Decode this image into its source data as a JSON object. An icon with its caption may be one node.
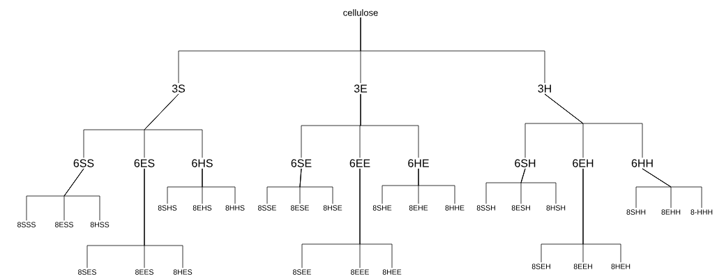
{
  "diagram": {
    "nodes": [
      {
        "text": [
          "cellulose"
        ]
      },
      {
        "text": [
          "3S"
        ]
      },
      {
        "text": [
          "6SS"
        ]
      },
      {
        "text": [
          "8SSS"
        ]
      },
      {
        "text": [
          "8ESS"
        ]
      },
      {
        "text": [
          "8HSS"
        ]
      },
      {
        "text": [
          "6ES"
        ]
      },
      {
        "text": [
          "8SES"
        ]
      },
      {
        "text": [
          "8EES"
        ]
      },
      {
        "text": [
          "8HES"
        ]
      },
      {
        "text": [
          "6HS"
        ]
      },
      {
        "text": [
          "8SHS"
        ]
      },
      {
        "text": [
          "8EHS"
        ]
      },
      {
        "text": [
          "8HHS"
        ]
      },
      {
        "text": [
          "3E"
        ]
      },
      {
        "text": [
          "6SE"
        ]
      },
      {
        "text": [
          "8SSE"
        ]
      },
      {
        "text": [
          "8ESE"
        ]
      },
      {
        "text": [
          "8HSE"
        ]
      },
      {
        "text": [
          "6EE"
        ]
      },
      {
        "text": [
          "8SEE"
        ]
      },
      {
        "text": [
          "8EEE"
        ]
      },
      {
        "text": [
          "8HEE"
        ]
      },
      {
        "text": [
          "6HE"
        ]
      },
      {
        "text": [
          "8SHE"
        ]
      },
      {
        "text": [
          "8EHE"
        ]
      },
      {
        "text": [
          "8HHE"
        ]
      },
      {
        "text": [
          "3H"
        ]
      },
      {
        "text": [
          "6SH"
        ]
      },
      {
        "text": [
          "8SSH"
        ]
      },
      {
        "text": [
          "8ESH"
        ]
      },
      {
        "text": [
          "8HSH"
        ]
      },
      {
        "text": [
          "6EH"
        ]
      },
      {
        "text": [
          "8SEH"
        ]
      },
      {
        "text": [
          "8EEH"
        ]
      },
      {
        "text": [
          "8HEH"
        ]
      },
      {
        "text": [
          "6HH"
        ]
      },
      {
        "text": [
          "8SHH"
        ]
      },
      {
        "text": [
          "8EHH"
        ]
      },
      {
        "text": [
          "8-HHH"
        ]
      }
    ],
    "edges": [
      {
        "from": 0,
        "to": 1,
        "arrow": "none"
      },
      {
        "from": 0,
        "to": 14,
        "arrow": "none"
      },
      {
        "from": 0,
        "to": 27,
        "arrow": "none"
      },
      {
        "from": 1,
        "to": 2,
        "arrow": "none"
      },
      {
        "from": 1,
        "to": 6,
        "arrow": "none"
      },
      {
        "from": 1,
        "to": 10,
        "arrow": "none"
      },
      {
        "from": 2,
        "to": 3,
        "arrow": "none"
      },
      {
        "from": 2,
        "to": 4,
        "arrow": "none"
      },
      {
        "from": 2,
        "to": 5,
        "arrow": "none"
      },
      {
        "from": 6,
        "to": 7,
        "arrow": "none"
      },
      {
        "from": 6,
        "to": 8,
        "arrow": "none"
      },
      {
        "from": 6,
        "to": 9,
        "arrow": "none"
      },
      {
        "from": 10,
        "to": 11,
        "arrow": "none"
      },
      {
        "from": 10,
        "to": 12,
        "arrow": "none"
      },
      {
        "from": 10,
        "to": 13,
        "arrow": "none"
      },
      {
        "from": 14,
        "to": 15,
        "arrow": "none"
      },
      {
        "from": 14,
        "to": 19,
        "arrow": "none"
      },
      {
        "from": 14,
        "to": 23,
        "arrow": "none"
      },
      {
        "from": 15,
        "to": 16,
        "arrow": "none"
      },
      {
        "from": 15,
        "to": 17,
        "arrow": "none"
      },
      {
        "from": 15,
        "to": 18,
        "arrow": "none"
      },
      {
        "from": 19,
        "to": 20,
        "arrow": "none"
      },
      {
        "from": 19,
        "to": 21,
        "arrow": "none"
      },
      {
        "from": 19,
        "to": 22,
        "arrow": "none"
      },
      {
        "from": 23,
        "to": 24,
        "arrow": "none"
      },
      {
        "from": 23,
        "to": 25,
        "arrow": "none"
      },
      {
        "from": 23,
        "to": 26,
        "arrow": "none"
      },
      {
        "from": 27,
        "to": 28,
        "arrow": "none"
      },
      {
        "from": 27,
        "to": 32,
        "arrow": "none"
      },
      {
        "from": 27,
        "to": 36,
        "arrow": "none"
      },
      {
        "from": 28,
        "to": 29,
        "arrow": "none"
      },
      {
        "from": 28,
        "to": 30,
        "arrow": "none"
      },
      {
        "from": 28,
        "to": 31,
        "arrow": "none"
      },
      {
        "from": 32,
        "to": 33,
        "arrow": "none"
      },
      {
        "from": 32,
        "to": 34,
        "arrow": "none"
      },
      {
        "from": 32,
        "to": 35,
        "arrow": "none"
      },
      {
        "from": 36,
        "to": 37,
        "arrow": "none"
      },
      {
        "from": 36,
        "to": 38,
        "arrow": "none"
      },
      {
        "from": 36,
        "to": 39,
        "arrow": "none"
      }
    ]
  }
}
